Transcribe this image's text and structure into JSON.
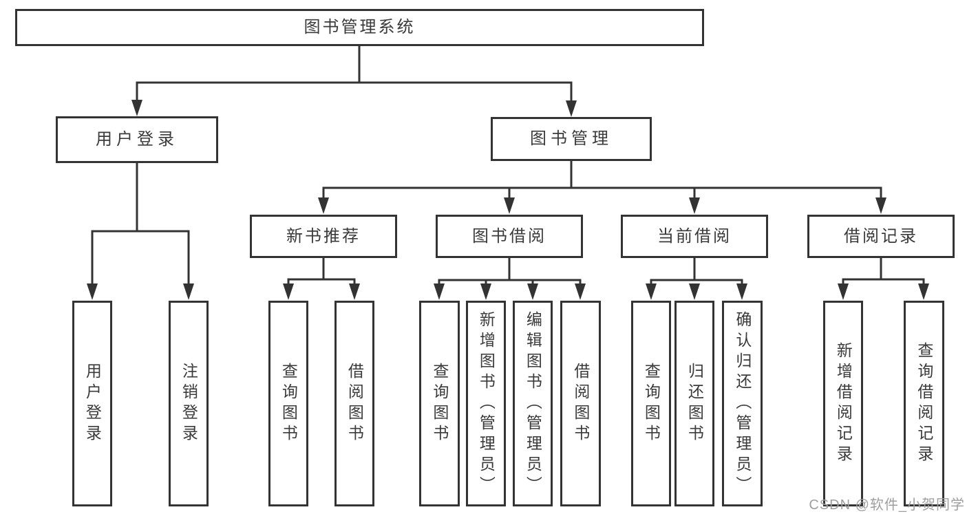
{
  "tree": {
    "root": {
      "label": "图书管理系统"
    },
    "branches": [
      {
        "label": "用户登录",
        "children": [
          {
            "label": "用户登录"
          },
          {
            "label": "注销登录"
          }
        ]
      },
      {
        "label": "图书管理",
        "groups": [
          {
            "label": "新书推荐",
            "children": [
              {
                "label": "查询图书"
              },
              {
                "label": "借阅图书"
              }
            ]
          },
          {
            "label": "图书借阅",
            "children": [
              {
                "label": "查询图书"
              },
              {
                "label": "新增图书（管理员）"
              },
              {
                "label": "编辑图书（管理员）"
              },
              {
                "label": "借阅图书"
              }
            ]
          },
          {
            "label": "当前借阅",
            "children": [
              {
                "label": "查询图书"
              },
              {
                "label": "归还图书"
              },
              {
                "label": "确认归还（管理员）"
              }
            ]
          },
          {
            "label": "借阅记录",
            "children": [
              {
                "label": "新增借阅记录"
              },
              {
                "label": "查询借阅记录"
              }
            ]
          }
        ]
      }
    ]
  },
  "watermark": {
    "text": "CSDN @软件_小贺同学"
  },
  "colors": {
    "line": "#333333",
    "text": "#3a3a3a",
    "box_bg": "#ffffff",
    "watermark_color": "#9e9e9e",
    "canvas_bg": "#ffffff"
  }
}
